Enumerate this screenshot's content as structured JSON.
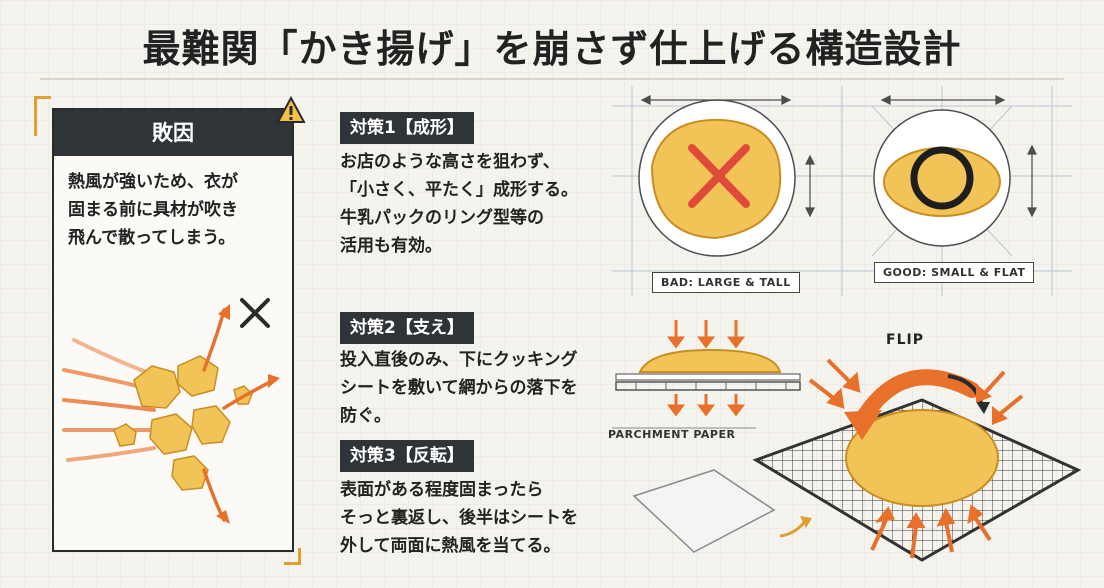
{
  "title": "最難関「かき揚げ」を崩さず仕上げる構造設計",
  "cause": {
    "header": "敗因",
    "lines": [
      "熱風が強いため、衣が",
      "固まる前に具材が吹き",
      "飛んで散ってしまう。"
    ]
  },
  "strategies": [
    {
      "label": "対策1【成形】",
      "lines": [
        "お店のような高さを狙わず、",
        "「小さく、平たく」成形する。",
        "牛乳パックのリング型等の",
        "活用も有効。"
      ]
    },
    {
      "label": "対策2【支え】",
      "lines": [
        "投入直後のみ、下にクッキング",
        "シートを敷いて網からの落下を",
        "防ぐ。"
      ]
    },
    {
      "label": "対策3【反転】",
      "lines": [
        "表面がある程度固まったら",
        "そっと裏返し、後半はシートを",
        "外して両面に熱風を当てる。"
      ]
    }
  ],
  "tags": {
    "bad": "BAD: LARGE & TALL",
    "good": "GOOD: SMALL & FLAT",
    "parchment": "PARCHMENT PAPER",
    "flip": "FLIP"
  },
  "icons": [
    "warning-icon",
    "x-mark-icon",
    "circle-mark-icon",
    "wind-arrow-icon"
  ],
  "colors": {
    "accent": "#e0a030",
    "dark": "#2f3438",
    "batter": "#f2c458",
    "arrow": "#e8702a",
    "bad": "#e04a3a"
  }
}
